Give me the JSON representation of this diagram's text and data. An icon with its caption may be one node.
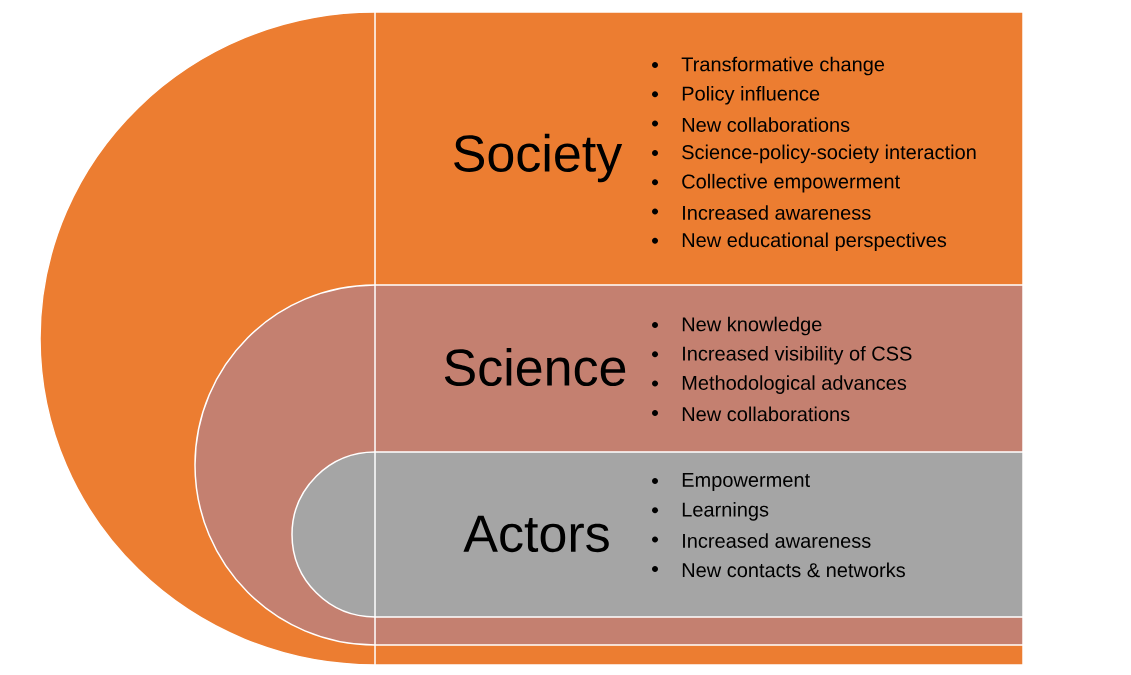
{
  "diagram": {
    "nodes": [
      {
        "text": [
          "Society",
          "Transformative change",
          "Policy influence",
          "New collaborations",
          "Science-policy-society interaction",
          "Collective empowerment",
          "Increased awareness",
          "New educational perspectives"
        ]
      },
      {
        "text": [
          "Science",
          "New knowledge",
          "Increased visibility of CSS",
          "Methodological advances",
          "New collaborations"
        ],
        "in": 0
      },
      {
        "text": [
          "Actors",
          "Empowerment",
          "Learnings",
          "Increased awareness",
          "New contacts & networks"
        ],
        "in": 1
      }
    ]
  }
}
